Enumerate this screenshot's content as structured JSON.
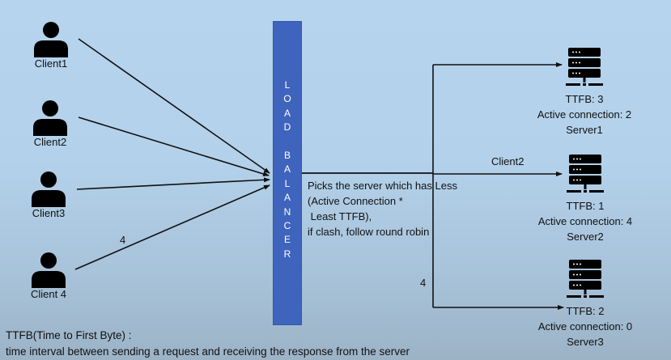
{
  "load_balancer": {
    "label_letters": [
      "L",
      "O",
      "A",
      "D",
      "",
      "B",
      "A",
      "L",
      "A",
      "N",
      "C",
      "E",
      "R"
    ],
    "color": "#3f64bd"
  },
  "clients": [
    {
      "label": "Client1"
    },
    {
      "label": "Client2"
    },
    {
      "label": "Client3"
    },
    {
      "label": "Client 4"
    }
  ],
  "client4_edge_label": "4",
  "algorithm_note": "Picks the server which has Less\n(Active Connection *\n Least TTFB),\nif clash, follow round robin",
  "routing_label": "Client2",
  "server3_edge_label": "4",
  "servers": [
    {
      "name": "Server1",
      "ttfb": "TTFB: 3",
      "active": "Active connection: 2"
    },
    {
      "name": "Server2",
      "ttfb": "TTFB: 1",
      "active": "Active connection: 4"
    },
    {
      "name": "Server3",
      "ttfb": "TTFB: 2",
      "active": "Active connection: 0"
    }
  ],
  "footer": {
    "title": "TTFB(Time to First Byte) :",
    "definition": "time interval between sending a request and receiving the response from the server"
  }
}
